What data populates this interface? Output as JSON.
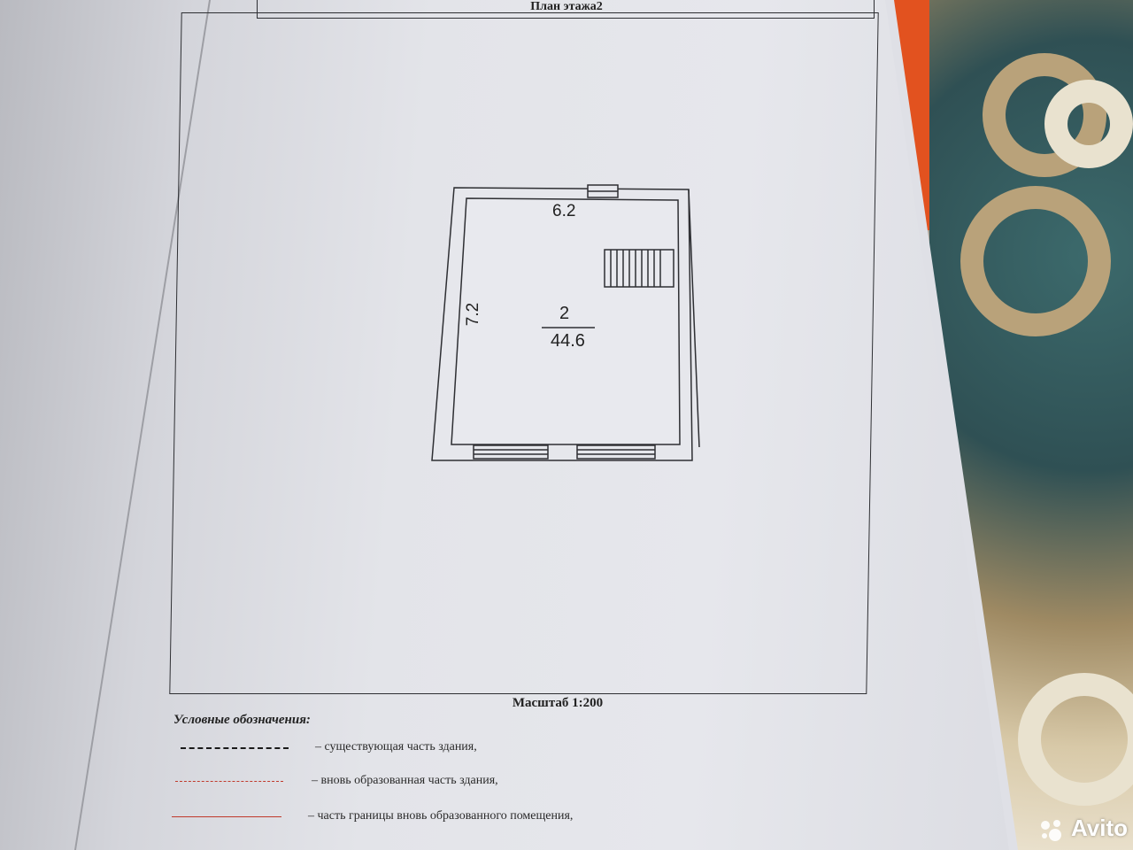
{
  "document": {
    "title": "План этажа2",
    "scale": "Масштаб 1:200"
  },
  "plan": {
    "width_label": "6.2",
    "height_label": "7.2",
    "room_number": "2",
    "room_area": "44.6"
  },
  "legend": {
    "title": "Условные обозначения:",
    "items": [
      {
        "text": "– существующая часть здания,",
        "line_color": "#1a1a1a",
        "line_style": "dashed"
      },
      {
        "text": "– вновь образованная часть здания,",
        "line_color": "#c0392b",
        "line_style": "dashed"
      },
      {
        "text": "– часть границы вновь образованного помещения,",
        "line_color": "#c0392b",
        "line_style": "solid"
      }
    ]
  },
  "watermark": {
    "text": "Avito"
  },
  "colors": {
    "paper": "#e3e4e9",
    "ink": "#2e2f33",
    "accent_red": "#c0392b",
    "cover_orange": "#e2521f"
  }
}
